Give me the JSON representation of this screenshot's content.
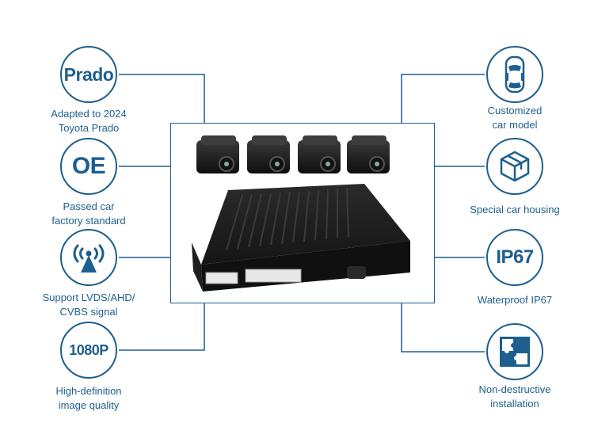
{
  "colors": {
    "accent": "#1d5f8e",
    "background": "#ffffff",
    "device": "#1b1b1b"
  },
  "left_features": [
    {
      "circle_text": "Prado",
      "caption": [
        "Adapted to 2024",
        "Toyota Prado"
      ]
    },
    {
      "circle_text": "OE",
      "caption": [
        "Passed car",
        "factory standard"
      ]
    },
    {
      "icon": "signal-tower-icon",
      "caption": [
        "Support LVDS/AHD/",
        "CVBS signal"
      ]
    },
    {
      "circle_text": "1080P",
      "caption": [
        "High-definition",
        "image quality"
      ]
    }
  ],
  "right_features": [
    {
      "icon": "car-top-view-icon",
      "caption": [
        "Customized",
        "car model"
      ]
    },
    {
      "icon": "cube-icon",
      "caption": [
        "Special car housing"
      ]
    },
    {
      "circle_text": "IP67",
      "caption": [
        "Waterproof IP67"
      ]
    },
    {
      "icon": "puzzle-icon",
      "caption": [
        "Non-destructive",
        "installation"
      ]
    }
  ],
  "product": {
    "cameras": 4,
    "control_box": "360 camera control box"
  }
}
